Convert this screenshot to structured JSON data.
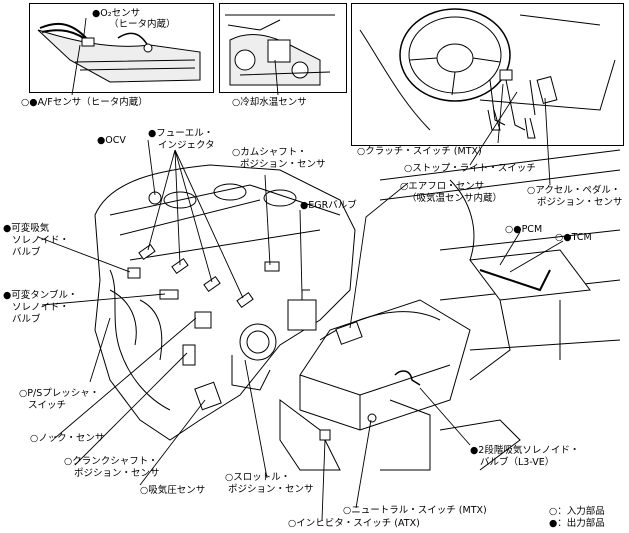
{
  "sym": {
    "input": "○",
    "output": "●"
  },
  "labels": {
    "o2": "●O₂センサ",
    "o2_sub": "（ヒータ内蔵）",
    "af": "○●A/Fセンサ（ヒータ内蔵）",
    "coolant": "○冷却水温センサ",
    "clutch": "○クラッチ・スイッチ (MTX)",
    "stoplight": "○ストップ・ライト・スイッチ",
    "airflow": "○エアフロ・センサ",
    "airflow_sub": "（吸気温センサ内蔵）",
    "accel_1": "○アクセル・ペダル・",
    "accel_2": "ポジション・センサ",
    "ocv": "●OCV",
    "fuel_1": "●フューエル・",
    "fuel_2": "インジェクタ",
    "cam_1": "○カムシャフト・",
    "cam_2": "ポジション・センサ",
    "egr": "●EGRバルブ",
    "pcm": "○●PCM",
    "tcm": "○●TCM",
    "vis_1": "●可変吸気",
    "vis_2": "ソレノイド・",
    "vis_3": "バルブ",
    "vtcs_1": "●可変タンブル・",
    "vtcs_2": "ソレノイド・",
    "vtcs_3": "バルブ",
    "ps_1": "○P/Sプレッシャ・",
    "ps_2": "スイッチ",
    "knock": "○ノック・センサ",
    "crank_1": "○クランクシャフト・",
    "crank_2": "ポジション・センサ",
    "map": "○吸気圧センサ",
    "throttle_1": "○スロットル・",
    "throttle_2": "ポジション・センサ",
    "neutral": "○ニュートラル・スイッチ (MTX)",
    "inhibitor": "○インヒビタ・スイッチ (ATX)",
    "twostage_1": "●2段階吸気ソレノイド・",
    "twostage_2": "バルブ（L3-VE）",
    "legend_in": "○：入力部品",
    "legend_out": "●：出力部品"
  }
}
